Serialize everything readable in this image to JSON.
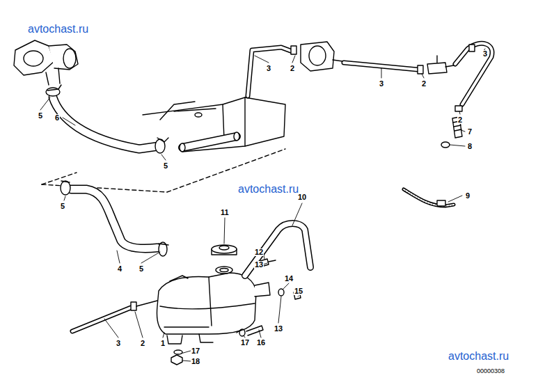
{
  "diagram": {
    "labels": [
      "avtochast.ru",
      "avtochast.ru",
      "avtochast.ru",
      "00000308",
      "5",
      "6",
      "5",
      "3",
      "2",
      "3",
      "2",
      "3",
      "2",
      "7",
      "8",
      "9",
      "5",
      "4",
      "5",
      "11",
      "10",
      "12",
      "13",
      "14",
      "15",
      "13",
      "3",
      "2",
      "1",
      "17",
      "16",
      "17",
      "18"
    ]
  }
}
